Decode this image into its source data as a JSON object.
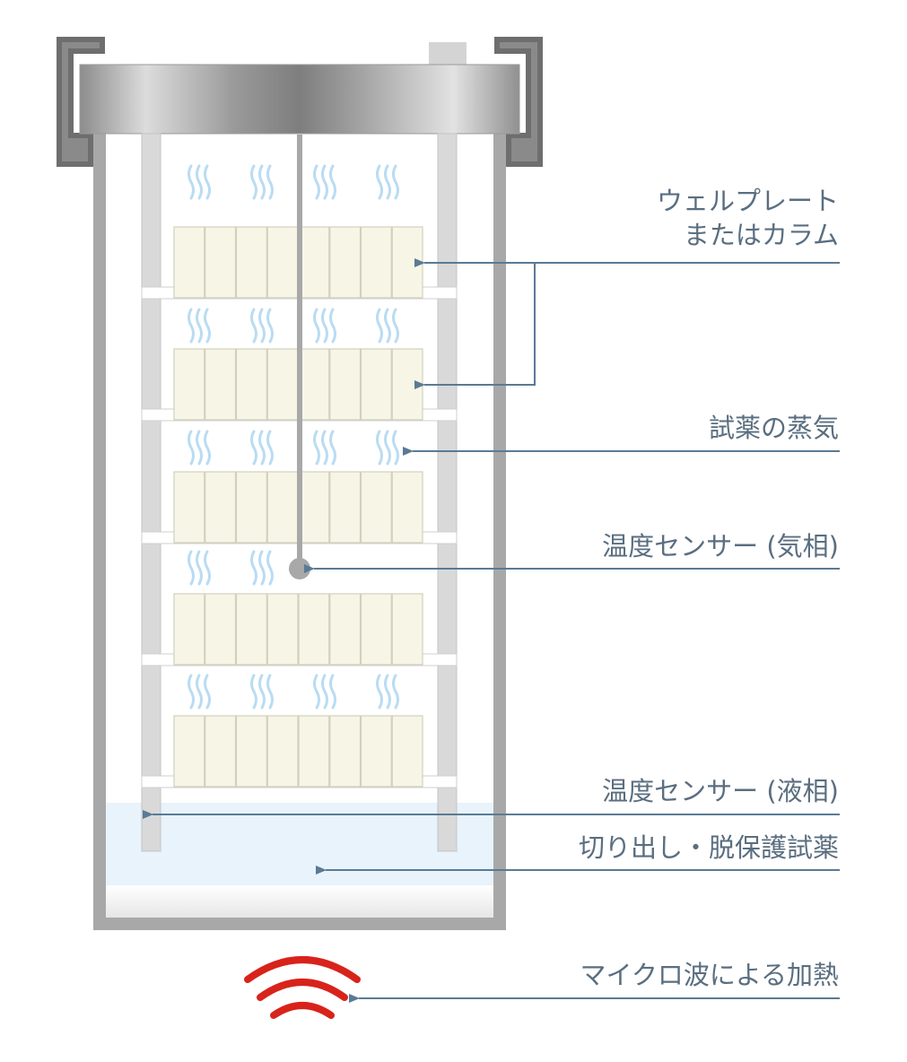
{
  "labels": {
    "well_plate_line1": "ウェルプレート",
    "well_plate_line2": "またはカラム",
    "reagent_vapor": "試薬の蒸気",
    "temp_sensor_gas": "温度センサー (気相)",
    "temp_sensor_liquid": "温度センサー (液相)",
    "cleavage_reagent": "切り出し・脱保護試薬",
    "microwave_heating": "マイクロ波による加熱"
  },
  "colors": {
    "vessel_wall": "#a8a8a8",
    "clamp": "#6e6e6e",
    "lid": "#b8b8b8",
    "rack_post": "#d9d9d9",
    "plate": "#f7f5e6",
    "vapor": "#b9dcf3",
    "liquid": "#e8f3fb",
    "leader_line": "#5a7a95",
    "microwave": "#d8231b",
    "label_text": "#5a6e80"
  },
  "icons": [
    "vapor-wave-icon",
    "microwave-wave-icon",
    "arrow-left-icon"
  ],
  "structure": {
    "tiers": 5,
    "wells_per_plate": 8
  }
}
